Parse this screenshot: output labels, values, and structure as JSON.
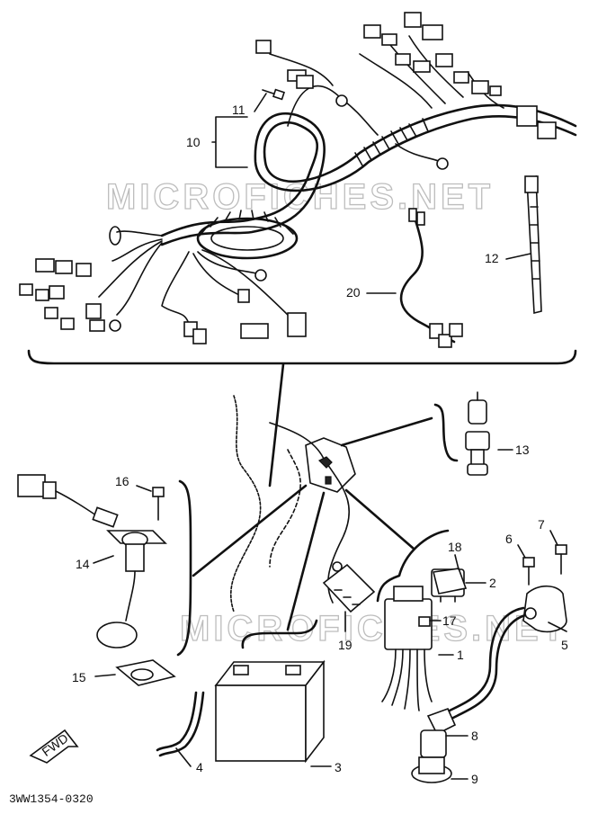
{
  "watermark_text": "MICROFICHES.NET",
  "diagram_code": "3WW1354-0320",
  "fwd_label": "FWD",
  "part_labels": {
    "p1": "1",
    "p2": "2",
    "p3": "3",
    "p4": "4",
    "p5": "5",
    "p6": "6",
    "p7": "7",
    "p8": "8",
    "p9": "9",
    "p10": "10",
    "p11": "11",
    "p12": "12",
    "p13": "13",
    "p14": "14",
    "p15": "15",
    "p16": "16",
    "p17": "17",
    "p18": "18",
    "p19": "19",
    "p20": "20"
  }
}
